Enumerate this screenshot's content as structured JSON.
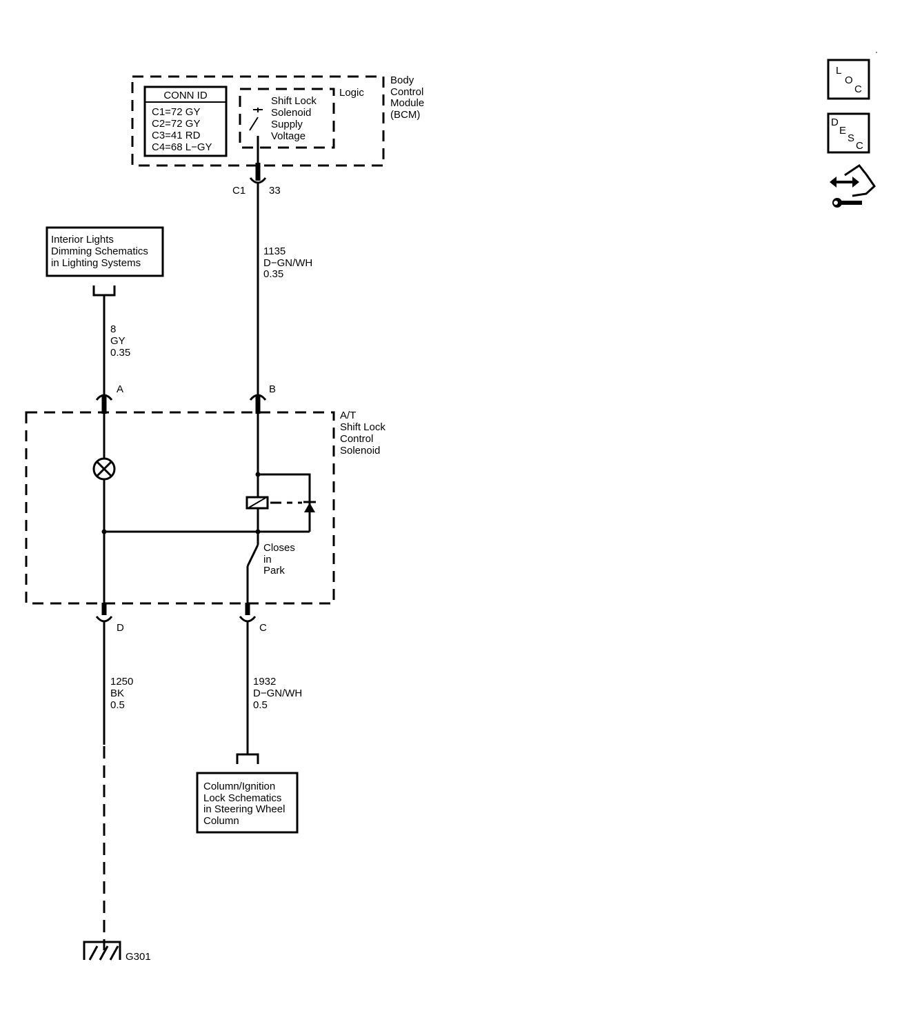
{
  "bcm": {
    "name_lines": [
      "Body",
      "Control",
      "Module",
      "(BCM)"
    ],
    "logic_label": "Logic",
    "function_lines": [
      "Shift Lock",
      "Solenoid",
      "Supply",
      "Voltage"
    ],
    "conn_id": {
      "header": "CONN ID",
      "rows": [
        "C1=72 GY",
        "C2=72 GY",
        "C3=41 RD",
        "C4=68 L−GY"
      ]
    },
    "connector": "C1",
    "pin": "33"
  },
  "wire_bcm": {
    "circuit": "1135",
    "color": "D−GN/WH",
    "gauge": "0.35"
  },
  "interior_ref": {
    "lines": [
      "Interior Lights",
      "Dimming Schematics",
      "in Lighting Systems"
    ]
  },
  "wire_interior": {
    "circuit": "8",
    "color": "GY",
    "gauge": "0.35"
  },
  "solenoid": {
    "name_lines": [
      "A/T",
      "Shift Lock",
      "Control",
      "Solenoid"
    ],
    "pin_a": "A",
    "pin_b": "B",
    "pin_c": "C",
    "pin_d": "D",
    "switch_lines": [
      "Closes",
      "in",
      "Park"
    ]
  },
  "wire_ground": {
    "circuit": "1250",
    "color": "BK",
    "gauge": "0.5"
  },
  "wire_column": {
    "circuit": "1932",
    "color": "D−GN/WH",
    "gauge": "0.5"
  },
  "column_ref": {
    "lines": [
      "Column/Ignition",
      "Lock Schematics",
      "in Steering Wheel",
      "Column"
    ]
  },
  "ground": {
    "label": "G301"
  },
  "side_icons": {
    "loc": [
      "L",
      "O",
      "C"
    ],
    "desc": [
      "D",
      "E",
      "S",
      "C"
    ],
    "tool": "connector-tool-icon"
  }
}
